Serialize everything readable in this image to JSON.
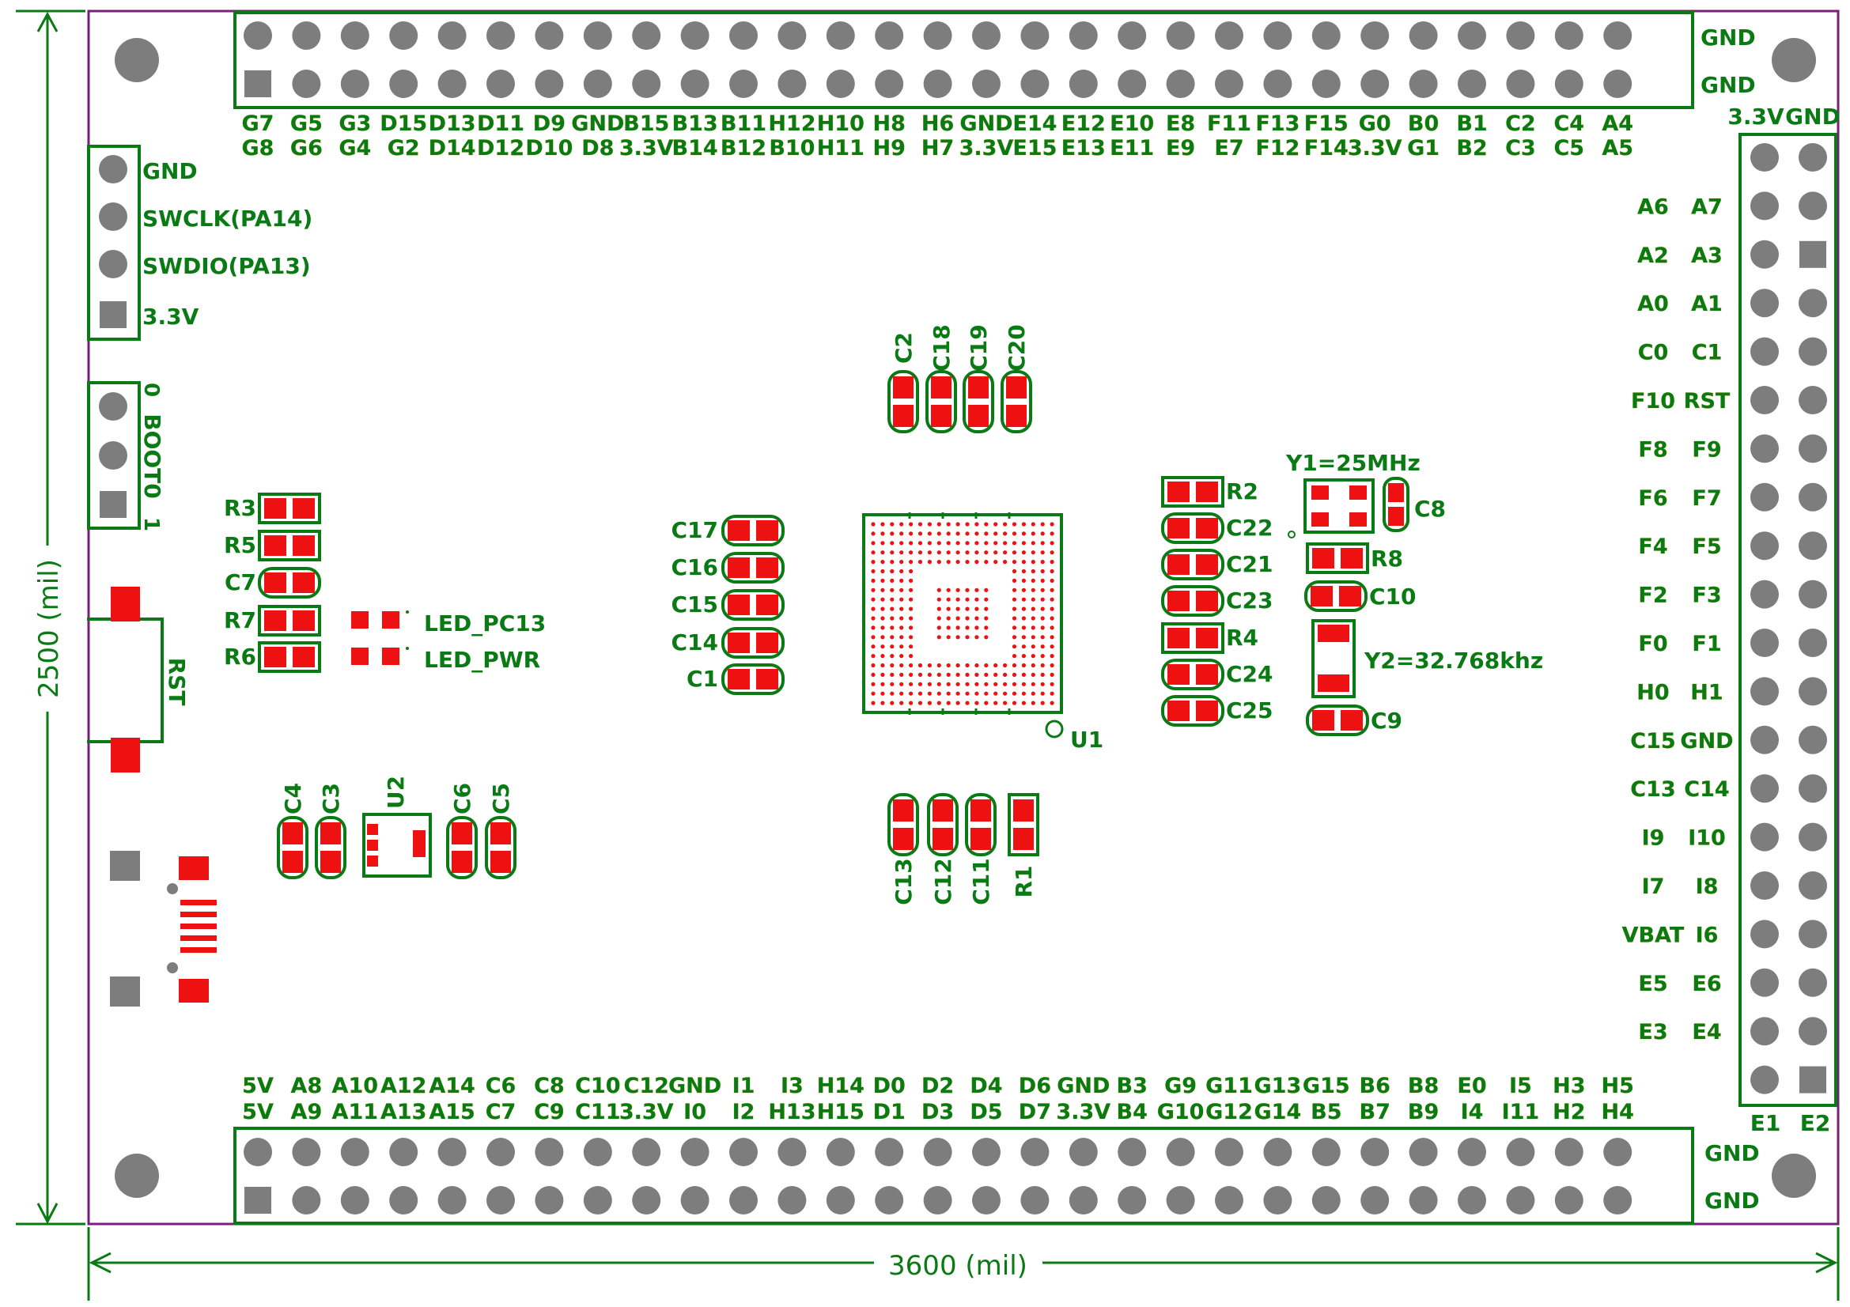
{
  "dimensions": {
    "width": "3600 (mil)",
    "height": "2500 (mil)"
  },
  "colors": {
    "silk": "#0a7a14",
    "pad": "#ee1111",
    "hole": "#7d7d7d",
    "outline": "#7a1f7a",
    "pin_label_shadow": "#e0d060"
  },
  "header_top": {
    "side_labels": [
      "GND",
      "GND"
    ],
    "row1": [
      "G7",
      "G5",
      "G3",
      "D15",
      "D13",
      "D11",
      "D9",
      "GND",
      "B15",
      "B13",
      "B11",
      "H12",
      "H10",
      "H8",
      "H6",
      "GND",
      "E14",
      "E12",
      "E10",
      "E8",
      "F11",
      "F13",
      "F15",
      "G0",
      "B0",
      "B1",
      "C2",
      "C4",
      "A4"
    ],
    "row2": [
      "G8",
      "G6",
      "G4",
      "G2",
      "D14",
      "D12",
      "D10",
      "D8",
      "3.3V",
      "B14",
      "B12",
      "B10",
      "H11",
      "H9",
      "H7",
      "3.3V",
      "E15",
      "E13",
      "E11",
      "E9",
      "E7",
      "F12",
      "F14",
      "3.3V",
      "G1",
      "B2",
      "C3",
      "C5",
      "A5"
    ]
  },
  "header_bottom": {
    "side_labels": [
      "GND",
      "GND"
    ],
    "row1": [
      "5V",
      "A8",
      "A10",
      "A12",
      "A14",
      "C6",
      "C8",
      "C10",
      "C12",
      "GND",
      "I1",
      "I3",
      "H14",
      "D0",
      "D2",
      "D4",
      "D6",
      "GND",
      "B3",
      "G9",
      "G11",
      "G13",
      "G15",
      "B6",
      "B8",
      "E0",
      "I5",
      "H3",
      "H5"
    ],
    "row2": [
      "5V",
      "A9",
      "A11",
      "A13",
      "A15",
      "C7",
      "C9",
      "C11",
      "3.3V",
      "I0",
      "I2",
      "H13",
      "H15",
      "D1",
      "D3",
      "D5",
      "D7",
      "3.3V",
      "B4",
      "G10",
      "G12",
      "G14",
      "B5",
      "B7",
      "B9",
      "I4",
      "I11",
      "H2",
      "H4"
    ]
  },
  "header_right": {
    "top_labels": [
      "3.3V",
      "GND"
    ],
    "bottom_labels": [
      "E1",
      "E2"
    ],
    "rows": [
      [
        "A6",
        "A7"
      ],
      [
        "A2",
        "A3"
      ],
      [
        "A0",
        "A1"
      ],
      [
        "C0",
        "C1"
      ],
      [
        "F10",
        "RST"
      ],
      [
        "F8",
        "F9"
      ],
      [
        "F6",
        "F7"
      ],
      [
        "F4",
        "F5"
      ],
      [
        "F2",
        "F3"
      ],
      [
        "F0",
        "F1"
      ],
      [
        "H0",
        "H1"
      ],
      [
        "C15",
        "GND"
      ],
      [
        "C13",
        "C14"
      ],
      [
        "I9",
        "I10"
      ],
      [
        "I7",
        "I8"
      ],
      [
        "VBAT",
        "I6"
      ],
      [
        "E5",
        "E6"
      ],
      [
        "E3",
        "E4"
      ]
    ]
  },
  "swd": [
    "GND",
    "SWCLK(PA14)",
    "SWDIO(PA13)",
    "3.3V"
  ],
  "boot": {
    "name": "BOOT0",
    "high": "0",
    "low": "1"
  },
  "reset": "RST",
  "leds": [
    "LED_PC13",
    "LED_PWR"
  ],
  "left_passives": [
    "R3",
    "R5",
    "C7",
    "R7",
    "R6"
  ],
  "mid_caps": [
    "C17",
    "C16",
    "C15",
    "C14",
    "C1"
  ],
  "top_caps": [
    "C2",
    "C18",
    "C19",
    "C20"
  ],
  "bottom_parts": [
    "C13",
    "C12",
    "C11",
    "R1"
  ],
  "right_parts": [
    "R2",
    "C22",
    "C21",
    "C23",
    "R4",
    "C24",
    "C25"
  ],
  "mcu": "U1",
  "regulator": {
    "name": "U2",
    "caps": [
      "C4",
      "C3",
      "C6",
      "C5"
    ]
  },
  "crystals": {
    "y1": "Y1=25MHz",
    "y1_cap": "C8",
    "y1_res": "R8",
    "y1_cap2": "C10",
    "y2": "Y2=32.768khz",
    "y2_cap": "C9"
  }
}
